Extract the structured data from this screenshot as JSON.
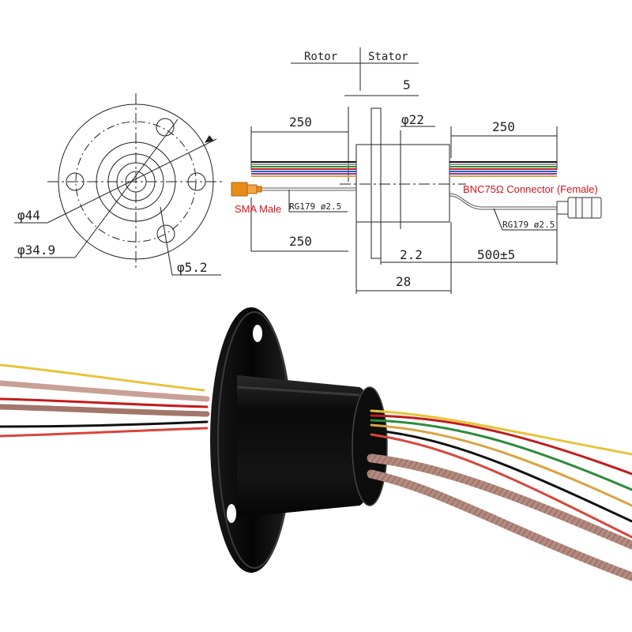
{
  "drawing": {
    "front_view": {
      "outer_diameter": "φ44",
      "bolt_circle": "φ34.9",
      "hole_diameter": "φ5.2"
    },
    "side_view": {
      "rotor_label": "Rotor",
      "stator_label": "Stator",
      "flange_thickness": "5",
      "body_diameter": "φ22",
      "rotor_wire_length": "250",
      "stator_wire_length": "250",
      "rotor_cable_length": "250",
      "flange_to_body": "2.2",
      "stator_cable_length": "500±5",
      "body_length": "28",
      "cable_left": "RG179  ø2.5",
      "cable_right": "RG179  ø2.5",
      "connector_left": "SMA Male",
      "connector_right": "BNC75Ω Connector (Female)"
    },
    "colors": {
      "wire_colors": [
        "#d9a441",
        "#2d8b3a",
        "#c21c1c",
        "#1f5fc6",
        "#8b2fb0",
        "#999999",
        "#111111"
      ],
      "sma_connector": "#e98a1c",
      "annotation_red": "#d6141b",
      "product_body": "#0b0b0b"
    }
  }
}
